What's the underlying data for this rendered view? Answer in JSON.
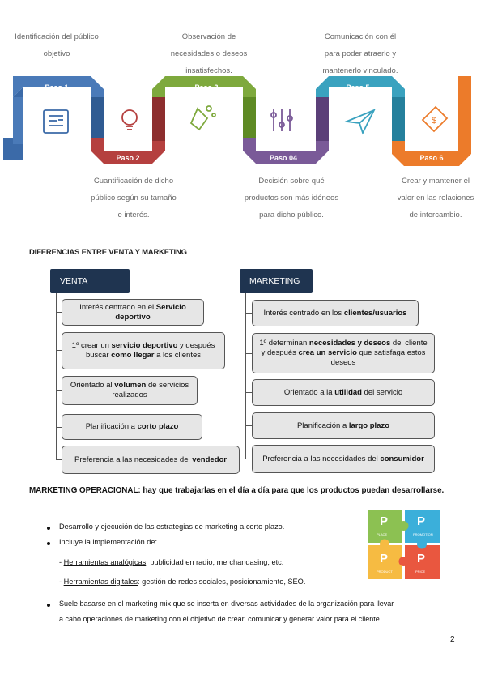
{
  "diagram": {
    "captions": {
      "c1": [
        "Identificación del público",
        "objetivo"
      ],
      "c2": [
        "Cuantificación de dicho",
        "público según su tamaño",
        "e interés."
      ],
      "c3": [
        "Observación de",
        "necesidades o deseos",
        "insatisfechos."
      ],
      "c4": [
        "Decisión sobre qué",
        "productos son más idóneos",
        "para dicho público."
      ],
      "c5": [
        "Comunicación con él",
        "para poder atraerlo y",
        "mantenerlo vinculado."
      ],
      "c6": [
        "Crear y mantener el",
        "valor en las relaciones",
        "de intercambio."
      ]
    },
    "steps": [
      "Paso 1",
      "Paso 2",
      "Paso 3",
      "Paso 04",
      "Paso 5",
      "Paso 6"
    ],
    "colors": {
      "blue": "#4a7ab8",
      "red": "#b5403f",
      "green": "#7ea93d",
      "purple": "#7a5a98",
      "teal": "#3aa2bf",
      "orange": "#ec7b2a"
    }
  },
  "section_title": "DIFERENCIAS ENTRE VENTA Y MARKETING",
  "venta": {
    "header": "VENTA",
    "items": [
      [
        "Interés centrado en el ",
        "Servicio deportivo"
      ],
      [
        "1º crear un ",
        "servicio deportivo",
        " y después buscar ",
        "como llegar",
        " a los clientes"
      ],
      [
        "Orientado al ",
        "volumen",
        " de servicios realizados"
      ],
      [
        "Planificación a ",
        "corto plazo"
      ],
      [
        "Preferencia a las necesidades del ",
        "vendedor"
      ]
    ]
  },
  "marketing": {
    "header": "MARKETING",
    "items": [
      [
        "Interés centrado  en los ",
        "clientes/usuarios"
      ],
      [
        "1º determinan ",
        "necesidades y deseos",
        " del cliente y después ",
        "crea un servicio",
        " que satisfaga estos deseos"
      ],
      [
        "Orientado a la ",
        "utilidad",
        " del servicio"
      ],
      [
        "Planificación a ",
        "largo plazo"
      ],
      [
        "Preferencia a las necesidades del ",
        "consumidor"
      ]
    ]
  },
  "operacional": {
    "title": "MARKETING OPERACIONAL: hay que trabajarlas en el día a día para que los productos puedan desarrollarse.",
    "b1": "Desarrollo y ejecución de las estrategias de marketing a corto plazo.",
    "b2": "Incluye la implementación de:",
    "sub1_label": "Herramientas analógicas",
    "sub1_text": ": publicidad en radio, merchandasing, etc.",
    "sub2_label": "Herramientas digitales",
    "sub2_text": ": gestión de redes sociales, posicionamiento, SEO.",
    "b3_line1": "Suele basarse en el marketing mix que se inserta en diversas actividades de la organización para llevar",
    "b3_line2": "a cabo operaciones de marketing con el objetivo de crear, comunicar y generar valor para el cliente."
  },
  "puzzle": {
    "letter": "P",
    "labels": [
      "PLACE",
      "PROMOTION",
      "PRODUCT",
      "PRICE"
    ],
    "colors": [
      "#8cc152",
      "#3bafda",
      "#f6bb42",
      "#e9573f"
    ]
  },
  "page_number": "2"
}
